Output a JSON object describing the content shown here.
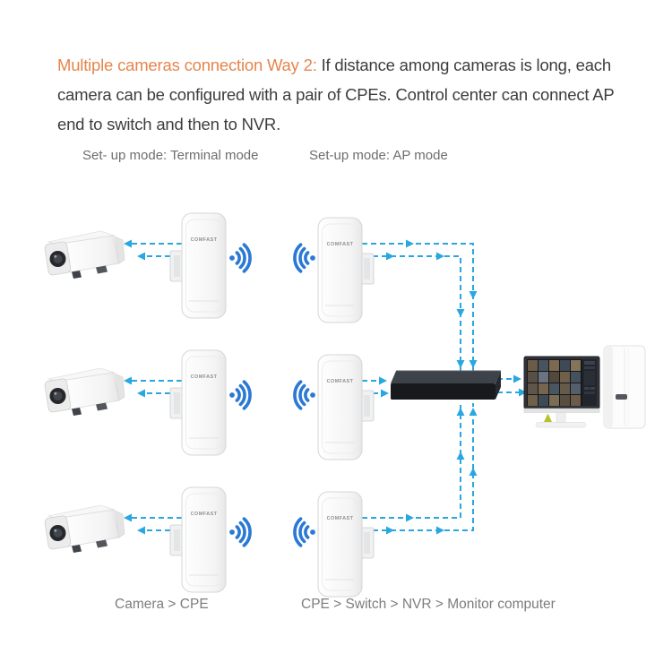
{
  "header": {
    "highlight": "Multiple cameras connection Way 2:",
    "line1_rest": " If distance among cameras is long, each",
    "line2": "camera can be configured with a pair of CPEs. Control center can connect AP",
    "line3": "end to switch and then to NVR."
  },
  "setup_labels": {
    "terminal": "Set- up mode: Terminal mode",
    "ap": "Set-up mode: AP mode"
  },
  "flow_labels": {
    "left": "Camera > CPE",
    "right": "CPE > Switch > NVR > Monitor computer"
  },
  "devices": {
    "cpe_brand": "COMFAST"
  },
  "icons": {
    "wifi": "wifi-icon",
    "arrowhead": "arrowhead-icon"
  },
  "colors": {
    "highlight_orange": "#e5854c",
    "body_text": "#3d3d3d",
    "label_gray": "#6e6e6e",
    "flow_label_gray": "#7d7d7d",
    "connection_blue": "#29a7e1",
    "wifi_blue": "#2b79d4",
    "switch_black": "#17191d"
  }
}
